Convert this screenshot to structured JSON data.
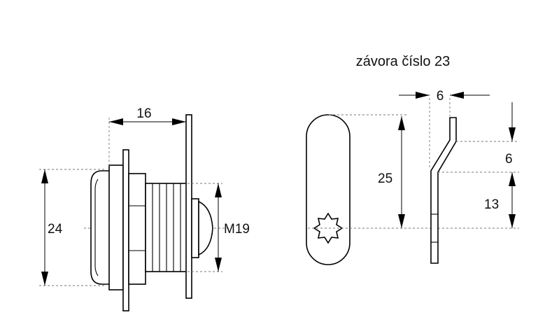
{
  "title": "závora číslo 23",
  "lock_view": {
    "dim_depth": "16",
    "dim_height": "24",
    "dim_thread": "M19"
  },
  "cam_view": {
    "dim_thickness": "6",
    "dim_length": "25",
    "dim_offset_upper": "6",
    "dim_offset_lower": "13"
  }
}
